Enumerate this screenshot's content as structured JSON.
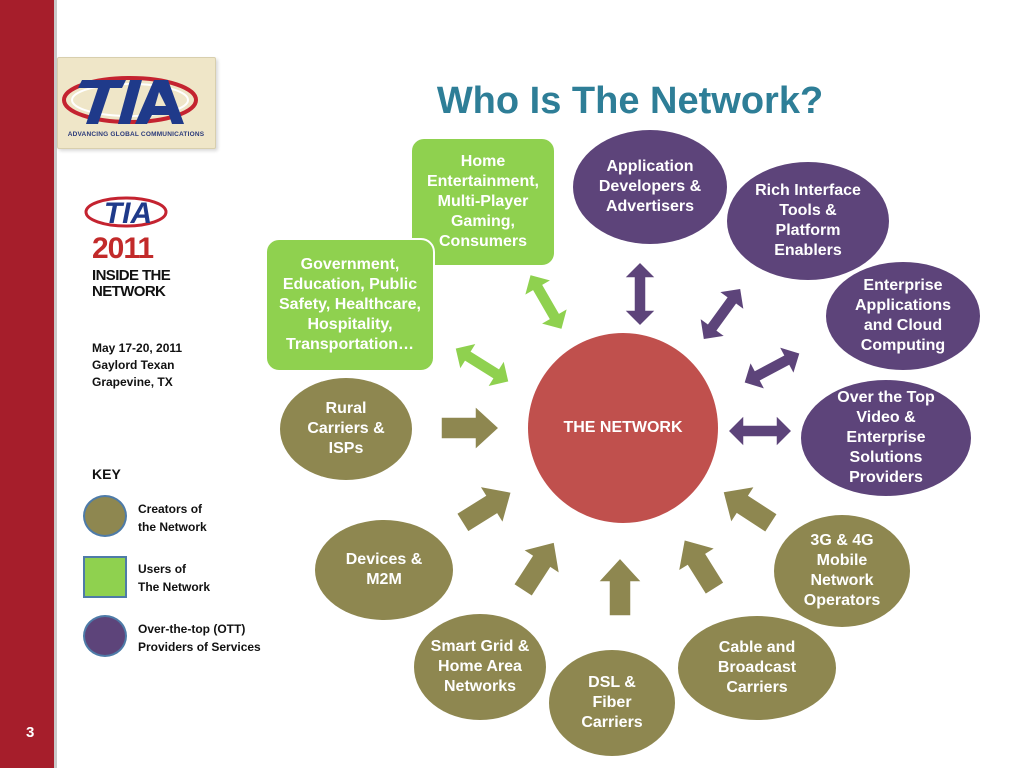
{
  "title": "Who Is The Network?",
  "page_number": "3",
  "logo": {
    "tagline": "ADVANCING GLOBAL COMMUNICATIONS"
  },
  "event": {
    "logo_text": "TIA",
    "year": "2011",
    "name_line1": "INSIDE THE",
    "name_line2": "NETWORK",
    "dates": "May 17-20, 2011",
    "venue": "Gaylord Texan",
    "city": "Grapevine, TX"
  },
  "colors": {
    "sidebar": "#a61e2b",
    "title": "#2e7e97",
    "creators": "#8e8750",
    "users": "#8fd14f",
    "ott": "#5d447a",
    "center": "#c0504d"
  },
  "key": {
    "title": "KEY",
    "items": [
      {
        "shape": "circle",
        "category": "creators",
        "line1": "Creators of",
        "line2": "the Network"
      },
      {
        "shape": "square",
        "category": "users",
        "line1": "Users of",
        "line2": "The Network"
      },
      {
        "shape": "circle",
        "category": "ott",
        "line1": "Over-the-top (OTT)",
        "line2": "Providers of Services"
      }
    ]
  },
  "center_label": "THE NETWORK",
  "nodes": [
    {
      "id": "home-entertainment",
      "category": "users",
      "label": "Home Entertainment, Multi-Player Gaming, Consumers",
      "arrow": "both"
    },
    {
      "id": "app-developers",
      "category": "ott",
      "label": "Application Developers & Advertisers",
      "arrow": "both"
    },
    {
      "id": "rich-interface",
      "category": "ott",
      "label": "Rich Interface Tools & Platform Enablers",
      "arrow": "both"
    },
    {
      "id": "enterprise-apps",
      "category": "ott",
      "label": "Enterprise Applications and Cloud Computing",
      "arrow": "both"
    },
    {
      "id": "ott-video",
      "category": "ott",
      "label": "Over the Top Video & Enterprise Solutions Providers",
      "arrow": "both"
    },
    {
      "id": "mobile-operators",
      "category": "creators",
      "label": "3G & 4G Mobile Network Operators",
      "arrow": "in"
    },
    {
      "id": "cable-broadcast",
      "category": "creators",
      "label": "Cable and Broadcast Carriers",
      "arrow": "in"
    },
    {
      "id": "dsl-fiber",
      "category": "creators",
      "label": "DSL & Fiber Carriers",
      "arrow": "in"
    },
    {
      "id": "smart-grid",
      "category": "creators",
      "label": "Smart Grid & Home Area Networks",
      "arrow": "in"
    },
    {
      "id": "devices-m2m",
      "category": "creators",
      "label": "Devices & M2M",
      "arrow": "in"
    },
    {
      "id": "rural-carriers",
      "category": "creators",
      "label": "Rural Carriers & ISPs",
      "arrow": "in"
    },
    {
      "id": "government",
      "category": "users",
      "label": "Government, Education, Public Safety, Healthcare, Hospitality, Transportation…",
      "arrow": "both"
    }
  ]
}
